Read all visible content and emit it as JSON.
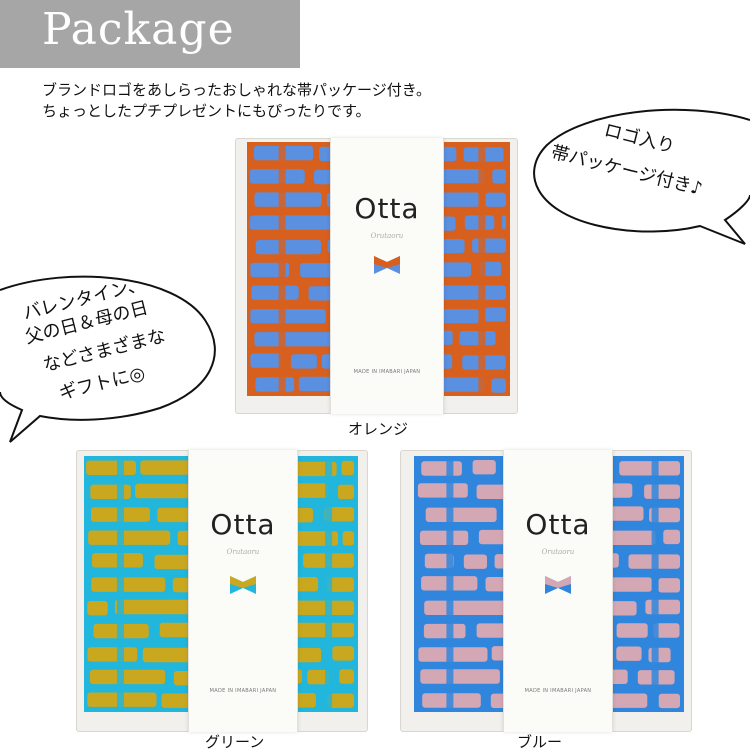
{
  "header": {
    "title": "Package"
  },
  "description": {
    "line1": "ブランドロゴをあしらったおしゃれな帯パッケージ付き。",
    "line2": "ちょっとしたプチプレゼントにもぴったりです。"
  },
  "bubble_right": {
    "line1": "ロゴ入り",
    "line2": "帯パッケージ付き♪"
  },
  "bubble_left": {
    "line1": "バレンタイン、",
    "line2": "父の日＆母の日",
    "line3": "などさまざまな",
    "line4": "ギフトに◎"
  },
  "products": [
    {
      "color_name": "オレンジ",
      "brand": "Otta",
      "brand_sub": "Orutaoru",
      "made_in": "MADE IN IMABARI JAPAN",
      "colors": {
        "base": "#d8601e",
        "stripe": "#5b8fe0"
      }
    },
    {
      "color_name": "グリーン",
      "brand": "Otta",
      "brand_sub": "Orutaoru",
      "made_in": "MADE IN IMABARI JAPAN",
      "colors": {
        "base": "#22b6dd",
        "stripe": "#c9a81f"
      }
    },
    {
      "color_name": "ブルー",
      "brand": "Otta",
      "brand_sub": "Orutaoru",
      "made_in": "MADE IN IMABARI JAPAN",
      "colors": {
        "base": "#2f86dc",
        "stripe": "#d4a7b4"
      }
    }
  ]
}
